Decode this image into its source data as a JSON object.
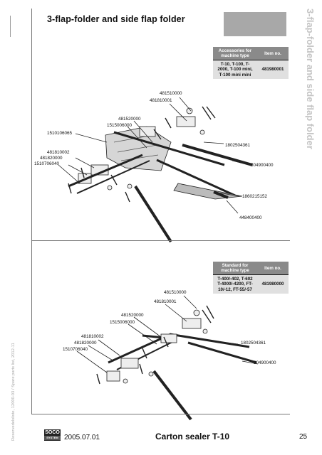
{
  "header": {
    "title": "3-flap-folder and side flap folder",
    "side_title": "3-flap-folder and side flap folder"
  },
  "accessories_table": {
    "col1_header": "Accessories for machine type",
    "col2_header": "Item no.",
    "machine_type": "T-10, T-100, T-2000, T-100 mini, T-100 mini mini",
    "item_no": "481980001"
  },
  "standard_table": {
    "col1_header": "Standard for machine type",
    "col2_header": "Item no.",
    "machine_type": "T-400/-402, T-602 T-4000/-4200, FT-10/-12, FT-55/-57",
    "item_no": "481980000"
  },
  "top_callouts": {
    "p481510000": "481510000",
    "p481810001": "481810001",
    "p481520000": "481520000",
    "p1515006000": "1515006000",
    "p1510106065": "1510106065",
    "p481810002": "481810002",
    "p481820000": "481820000",
    "p1510706040": "1510706040",
    "p1802504361": "1802504361",
    "p304900400": "304900400",
    "p1860215152": "1860215152",
    "p448400400": "448400400"
  },
  "bottom_callouts": {
    "p481510000": "481510000",
    "p481810001": "481810001",
    "p481520000": "481520000",
    "p1515006000": "1515006000",
    "p481810002": "481810002",
    "p481820000": "481820000",
    "p1510706040": "1510706040",
    "p1802504361": "1802504361",
    "p304900400": "304900400"
  },
  "footer": {
    "logo": "SOCO",
    "logo_sub": "SYSTEM",
    "vertical_note": "Reservedelsliste, 12000-03 / Spare parts list, 2012-11",
    "date": "2005.07.01",
    "machine": "Carton sealer T-10",
    "page": "25"
  }
}
